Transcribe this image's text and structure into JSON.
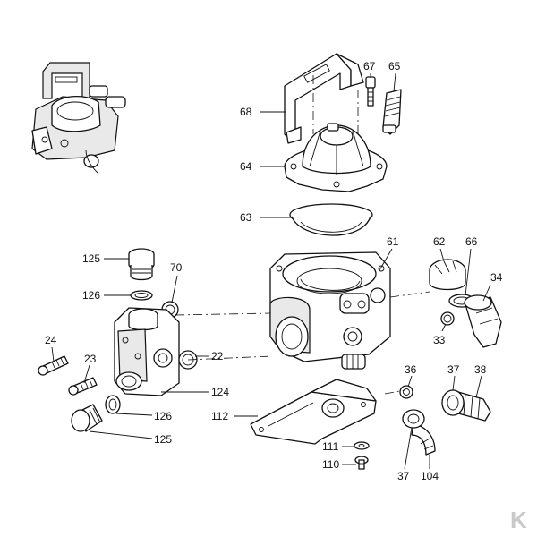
{
  "parts": [
    {
      "id": "p68",
      "label": "68"
    },
    {
      "id": "p67",
      "label": "67"
    },
    {
      "id": "p65",
      "label": "65"
    },
    {
      "id": "p64",
      "label": "64"
    },
    {
      "id": "p63",
      "label": "63"
    },
    {
      "id": "p61",
      "label": "61"
    },
    {
      "id": "p62",
      "label": "62"
    },
    {
      "id": "p66",
      "label": "66"
    },
    {
      "id": "p34",
      "label": "34"
    },
    {
      "id": "p33",
      "label": "33"
    },
    {
      "id": "p125a",
      "label": "125"
    },
    {
      "id": "p70",
      "label": "70"
    },
    {
      "id": "p126a",
      "label": "126"
    },
    {
      "id": "p24",
      "label": "24"
    },
    {
      "id": "p23",
      "label": "23"
    },
    {
      "id": "p22",
      "label": "22"
    },
    {
      "id": "p124",
      "label": "124"
    },
    {
      "id": "p126b",
      "label": "126"
    },
    {
      "id": "p125b",
      "label": "125"
    },
    {
      "id": "p112",
      "label": "112"
    },
    {
      "id": "p36",
      "label": "36"
    },
    {
      "id": "p37a",
      "label": "37"
    },
    {
      "id": "p38",
      "label": "38"
    },
    {
      "id": "p111",
      "label": "111"
    },
    {
      "id": "p110",
      "label": "110"
    },
    {
      "id": "p37b",
      "label": "37"
    },
    {
      "id": "p104",
      "label": "104"
    }
  ],
  "brand_logo": {
    "text": "K",
    "color": "#c9c9c9"
  }
}
